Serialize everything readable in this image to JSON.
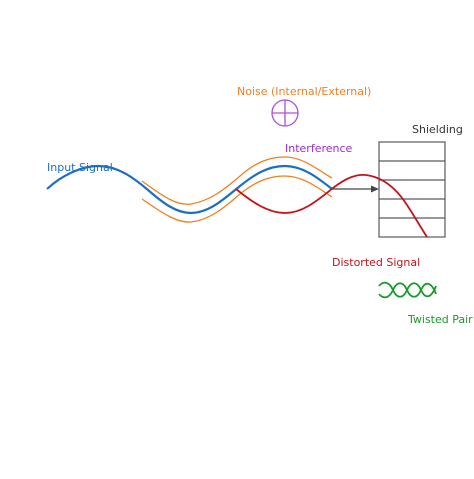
{
  "labels": {
    "noise": "Noise (Internal/External)",
    "interference": "Interference",
    "shielding": "Shielding",
    "input_signal": "Input Signal",
    "distorted_signal": "Distorted Signal",
    "twisted_pair": "Twisted Pair"
  },
  "icons": {
    "noise": "crosshair-circle-icon",
    "twisted_pair": "twisted-pair-icon",
    "flow": "arrow-right-icon"
  },
  "colors": {
    "input_signal": "#1a6fc4",
    "noise": "#f07f1e",
    "noise_icon": "#b24fd6",
    "interference": "#9a2bd0",
    "distorted_signal": "#c0151b",
    "twisted_pair": "#1a9a2a",
    "shielding": "#5a5a5a",
    "text_dark": "#333333"
  }
}
